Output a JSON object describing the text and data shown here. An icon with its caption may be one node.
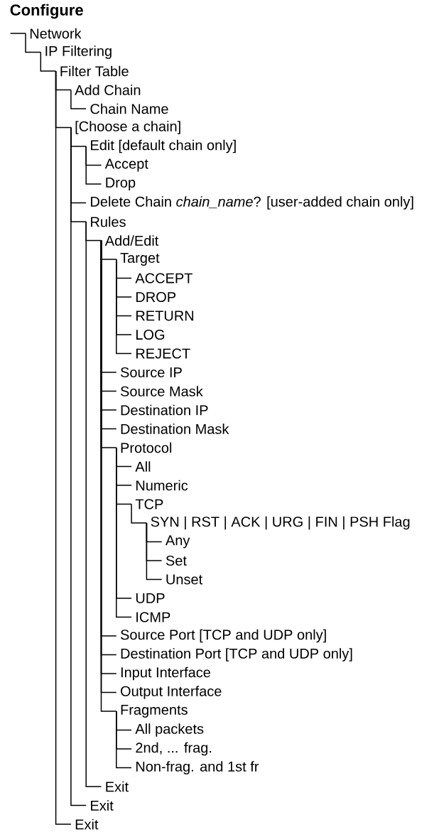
{
  "diagram": {
    "title": "Configure",
    "nodes": [
      {
        "text": [
          "Network"
        ]
      },
      {
        "text": [
          "IP Filtering"
        ]
      },
      {
        "text": [
          "Filter Table"
        ]
      },
      {
        "text": [
          "Add Chain"
        ]
      },
      {
        "text": [
          "Chain Name"
        ]
      },
      {
        "text": [
          "[Choose a chain]"
        ]
      },
      {
        "text": [
          "Edit [default chain only]"
        ]
      },
      {
        "text": [
          "Accept"
        ]
      },
      {
        "text": [
          "Drop"
        ]
      },
      {
        "text": [
          "Delete Chain *chain_name*? [user-added chain only]"
        ]
      },
      {
        "text": [
          "Rules"
        ]
      },
      {
        "text": [
          "Add/Edit"
        ]
      },
      {
        "text": [
          "Target"
        ]
      },
      {
        "text": [
          "ACCEPT"
        ]
      },
      {
        "text": [
          "DROP"
        ]
      },
      {
        "text": [
          "RETURN"
        ]
      },
      {
        "text": [
          "LOG"
        ]
      },
      {
        "text": [
          "REJECT"
        ]
      },
      {
        "text": [
          "Source IP"
        ]
      },
      {
        "text": [
          "Source Mask"
        ]
      },
      {
        "text": [
          "Destination IP"
        ]
      },
      {
        "text": [
          "Destination Mask"
        ]
      },
      {
        "text": [
          "Protocol"
        ]
      },
      {
        "text": [
          "All"
        ]
      },
      {
        "text": [
          "Numeric"
        ]
      },
      {
        "text": [
          "TCP"
        ]
      },
      {
        "text": [
          "SYN | RST | ACK | URG | FIN | PSH Flag"
        ]
      },
      {
        "text": [
          "Any"
        ]
      },
      {
        "text": [
          "Set"
        ]
      },
      {
        "text": [
          "Unset"
        ]
      },
      {
        "text": [
          "UDP"
        ]
      },
      {
        "text": [
          "ICMP"
        ]
      },
      {
        "text": [
          "Source Port [TCP and UDP only]"
        ]
      },
      {
        "text": [
          "Destination Port [TCP and UDP only]"
        ]
      },
      {
        "text": [
          "Input Interface"
        ]
      },
      {
        "text": [
          "Output Interface"
        ]
      },
      {
        "text": [
          "Fragments"
        ]
      },
      {
        "text": [
          "All packets"
        ]
      },
      {
        "text": [
          "2nd, ... frag."
        ]
      },
      {
        "text": [
          "Non-frag. and 1st fr"
        ]
      },
      {
        "text": [
          "Exit"
        ]
      },
      {
        "text": [
          "Exit"
        ]
      },
      {
        "text": [
          "Exit"
        ]
      }
    ],
    "edges": [
      {
        "from": null,
        "to": 0,
        "arrow": "none"
      },
      {
        "from": 0,
        "to": 1,
        "arrow": "none"
      },
      {
        "from": 1,
        "to": 2,
        "arrow": "none"
      },
      {
        "from": 2,
        "to": 3,
        "arrow": "none"
      },
      {
        "from": 3,
        "to": 4,
        "arrow": "none"
      },
      {
        "from": 2,
        "to": 5,
        "arrow": "none"
      },
      {
        "from": 5,
        "to": 6,
        "arrow": "none"
      },
      {
        "from": 6,
        "to": 7,
        "arrow": "none"
      },
      {
        "from": 6,
        "to": 8,
        "arrow": "none"
      },
      {
        "from": 5,
        "to": 9,
        "arrow": "none"
      },
      {
        "from": 5,
        "to": 10,
        "arrow": "none"
      },
      {
        "from": 10,
        "to": 11,
        "arrow": "none"
      },
      {
        "from": 11,
        "to": 12,
        "arrow": "none"
      },
      {
        "from": 12,
        "to": 13,
        "arrow": "none"
      },
      {
        "from": 12,
        "to": 14,
        "arrow": "none"
      },
      {
        "from": 12,
        "to": 15,
        "arrow": "none"
      },
      {
        "from": 12,
        "to": 16,
        "arrow": "none"
      },
      {
        "from": 12,
        "to": 17,
        "arrow": "none"
      },
      {
        "from": 11,
        "to": 18,
        "arrow": "none"
      },
      {
        "from": 11,
        "to": 19,
        "arrow": "none"
      },
      {
        "from": 11,
        "to": 20,
        "arrow": "none"
      },
      {
        "from": 11,
        "to": 21,
        "arrow": "none"
      },
      {
        "from": 11,
        "to": 22,
        "arrow": "none"
      },
      {
        "from": 22,
        "to": 23,
        "arrow": "none"
      },
      {
        "from": 22,
        "to": 24,
        "arrow": "none"
      },
      {
        "from": 22,
        "to": 25,
        "arrow": "none"
      },
      {
        "from": 25,
        "to": 26,
        "arrow": "none"
      },
      {
        "from": 26,
        "to": 27,
        "arrow": "none"
      },
      {
        "from": 26,
        "to": 28,
        "arrow": "none"
      },
      {
        "from": 26,
        "to": 29,
        "arrow": "none"
      },
      {
        "from": 22,
        "to": 30,
        "arrow": "none"
      },
      {
        "from": 22,
        "to": 31,
        "arrow": "none"
      },
      {
        "from": 11,
        "to": 32,
        "arrow": "none"
      },
      {
        "from": 11,
        "to": 33,
        "arrow": "none"
      },
      {
        "from": 11,
        "to": 34,
        "arrow": "none"
      },
      {
        "from": 11,
        "to": 35,
        "arrow": "none"
      },
      {
        "from": 11,
        "to": 36,
        "arrow": "none"
      },
      {
        "from": 36,
        "to": 37,
        "arrow": "none"
      },
      {
        "from": 36,
        "to": 38,
        "arrow": "none"
      },
      {
        "from": 36,
        "to": 39,
        "arrow": "none"
      },
      {
        "from": 10,
        "to": 40,
        "arrow": "none"
      },
      {
        "from": 5,
        "to": 41,
        "arrow": "none"
      },
      {
        "from": 2,
        "to": 42,
        "arrow": "none"
      }
    ]
  }
}
